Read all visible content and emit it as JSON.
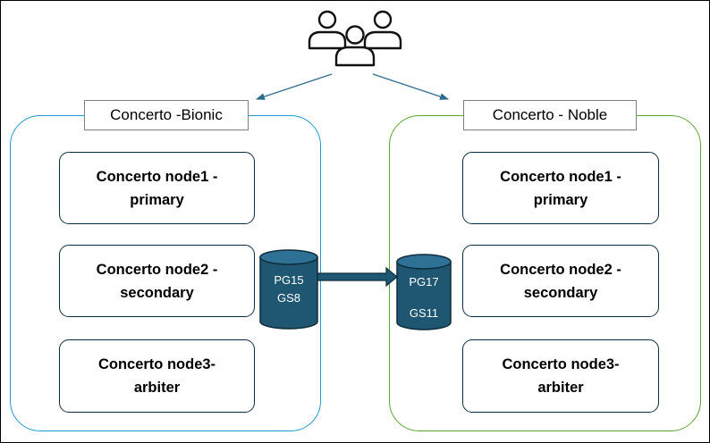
{
  "colors": {
    "bionic_border": "#1f9bcf",
    "noble_border": "#5aa532",
    "node_border": "#0d2b3e",
    "db_fill": "#1f5672",
    "db_top": "#2e7194",
    "arrow": "#2e6c8f"
  },
  "icons": {
    "users": "users-group-icon",
    "database": "database-cylinder-icon"
  },
  "bionic": {
    "label": "Concerto -Bionic",
    "nodes": [
      {
        "line1": "Concerto node1 -",
        "line2": "primary"
      },
      {
        "line1": "Concerto node2 -",
        "line2": "secondary"
      },
      {
        "line1": "Concerto node3-",
        "line2": "arbiter"
      }
    ],
    "db": {
      "line1": "PG15",
      "line2": "GS8"
    }
  },
  "noble": {
    "label": "Concerto - Noble",
    "nodes": [
      {
        "line1": "Concerto node1 -",
        "line2": "primary"
      },
      {
        "line1": "Concerto node2 -",
        "line2": "secondary"
      },
      {
        "line1": "Concerto node3-",
        "line2": "arbiter"
      }
    ],
    "db": {
      "line1": "PG17",
      "line2": "GS11"
    }
  }
}
